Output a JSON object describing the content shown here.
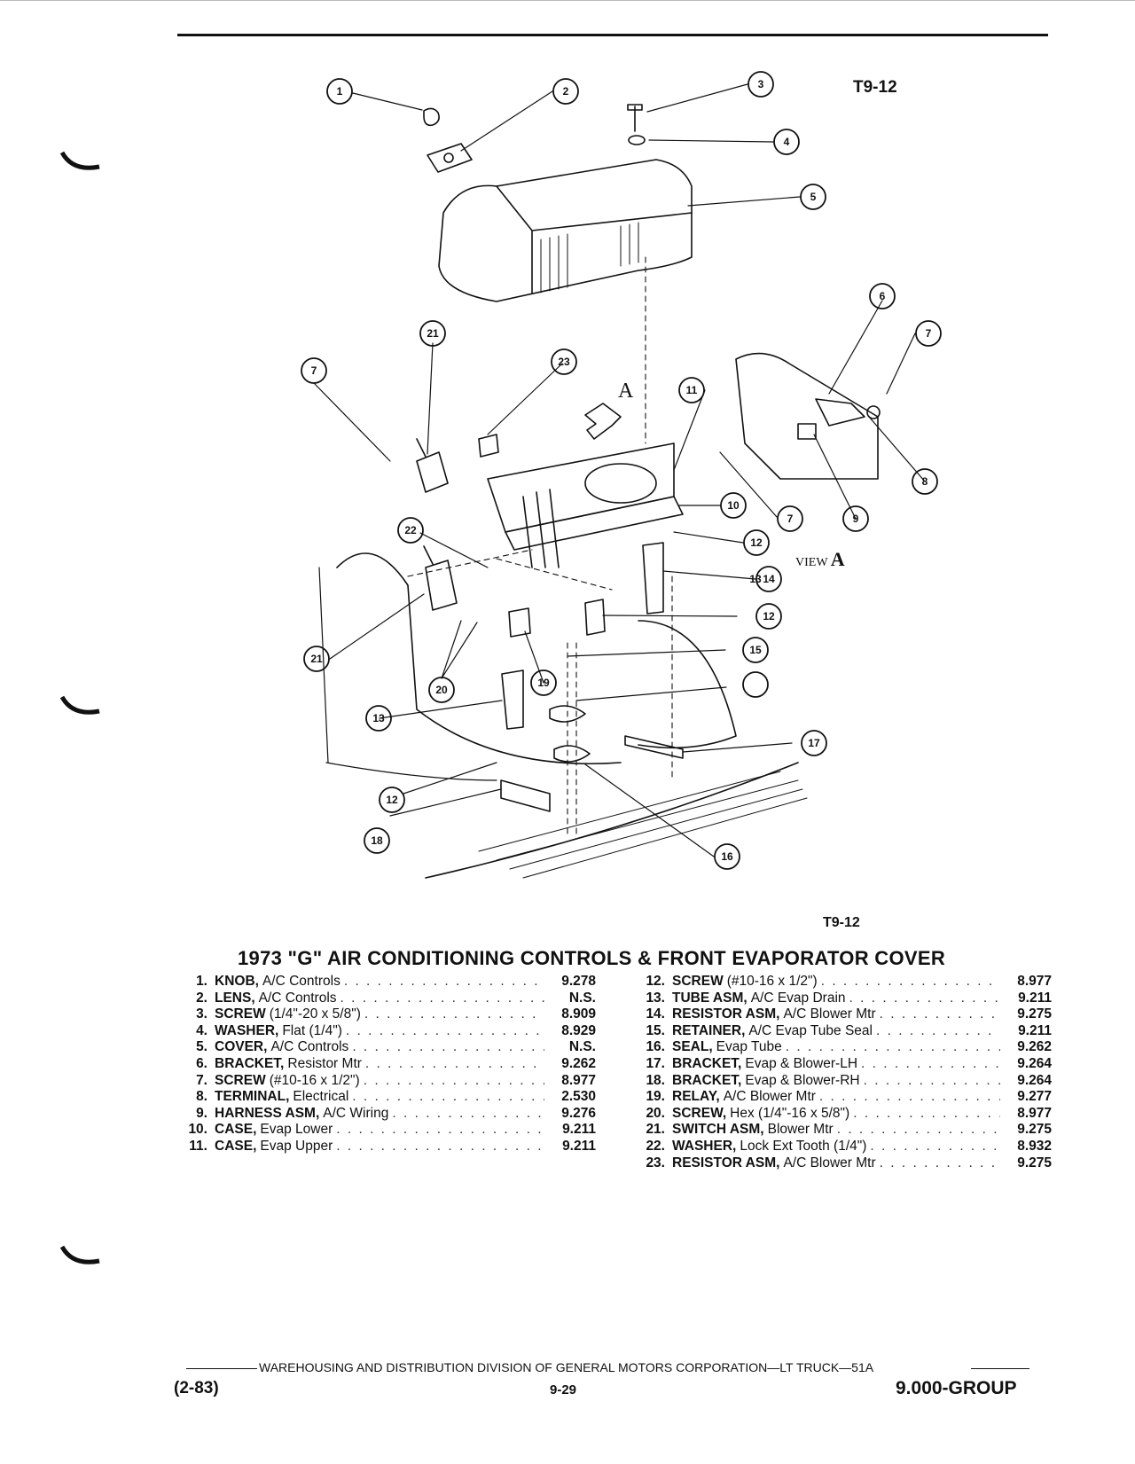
{
  "figure": {
    "id_top": "T9-12",
    "id_bottom": "T9-12",
    "view_label": "VIEW",
    "view_letter": "A",
    "arrow_letter": "A",
    "callouts": [
      "1",
      "2",
      "3",
      "4",
      "5",
      "6",
      "7",
      "7",
      "7",
      "8",
      "9",
      "10",
      "11",
      "12",
      "12",
      "12",
      "13",
      "13",
      "14",
      "15",
      "16",
      "17",
      "18",
      "19",
      "20",
      "21",
      "21",
      "22",
      "23"
    ]
  },
  "title": "1973 \"G\" AIR CONDITIONING CONTROLS & FRONT EVAPORATOR COVER",
  "parts_left": [
    {
      "num": "1.",
      "name": "KNOB,",
      "desc": "A/C Controls",
      "group": "9.278"
    },
    {
      "num": "2.",
      "name": "LENS,",
      "desc": "A/C Controls",
      "group": "N.S."
    },
    {
      "num": "3.",
      "name": "SCREW",
      "desc": "(1/4\"-20 x 5/8\")",
      "group": "8.909"
    },
    {
      "num": "4.",
      "name": "WASHER,",
      "desc": "Flat (1/4\")",
      "group": "8.929"
    },
    {
      "num": "5.",
      "name": "COVER,",
      "desc": "A/C Controls",
      "group": "N.S."
    },
    {
      "num": "6.",
      "name": "BRACKET,",
      "desc": "Resistor Mtr",
      "group": "9.262"
    },
    {
      "num": "7.",
      "name": "SCREW",
      "desc": "(#10-16 x 1/2\")",
      "group": "8.977"
    },
    {
      "num": "8.",
      "name": "TERMINAL,",
      "desc": "Electrical",
      "group": "2.530"
    },
    {
      "num": "9.",
      "name": "HARNESS ASM,",
      "desc": "A/C Wiring",
      "group": "9.276"
    },
    {
      "num": "10.",
      "name": "CASE,",
      "desc": "Evap Lower",
      "group": "9.211"
    },
    {
      "num": "11.",
      "name": "CASE,",
      "desc": "Evap Upper",
      "group": "9.211"
    }
  ],
  "parts_right": [
    {
      "num": "12.",
      "name": "SCREW",
      "desc": "(#10-16 x 1/2\")",
      "group": "8.977"
    },
    {
      "num": "13.",
      "name": "TUBE ASM,",
      "desc": "A/C Evap Drain",
      "group": "9.211"
    },
    {
      "num": "14.",
      "name": "RESISTOR ASM,",
      "desc": "A/C Blower Mtr",
      "group": "9.275"
    },
    {
      "num": "15.",
      "name": "RETAINER,",
      "desc": "A/C Evap Tube Seal",
      "group": "9.211"
    },
    {
      "num": "16.",
      "name": "SEAL,",
      "desc": "Evap Tube",
      "group": "9.262"
    },
    {
      "num": "17.",
      "name": "BRACKET,",
      "desc": "Evap & Blower-LH",
      "group": "9.264"
    },
    {
      "num": "18.",
      "name": "BRACKET,",
      "desc": "Evap & Blower-RH",
      "group": "9.264"
    },
    {
      "num": "19.",
      "name": "RELAY,",
      "desc": "A/C Blower Mtr",
      "group": "9.277"
    },
    {
      "num": "20.",
      "name": "SCREW,",
      "desc": "Hex (1/4\"-16 x 5/8\")",
      "group": "8.977"
    },
    {
      "num": "21.",
      "name": "SWITCH ASM,",
      "desc": "Blower Mtr",
      "group": "9.275"
    },
    {
      "num": "22.",
      "name": "WASHER,",
      "desc": "Lock Ext Tooth (1/4\")",
      "group": "8.932"
    },
    {
      "num": "23.",
      "name": "RESISTOR ASM,",
      "desc": "A/C Blower Mtr",
      "group": "9.275"
    }
  ],
  "footer": {
    "division": "WAREHOUSING AND DISTRIBUTION DIVISION OF GENERAL MOTORS CORPORATION—LT TRUCK—51A",
    "date": "(2-83)",
    "page": "9-29",
    "group": "9.000-GROUP"
  }
}
